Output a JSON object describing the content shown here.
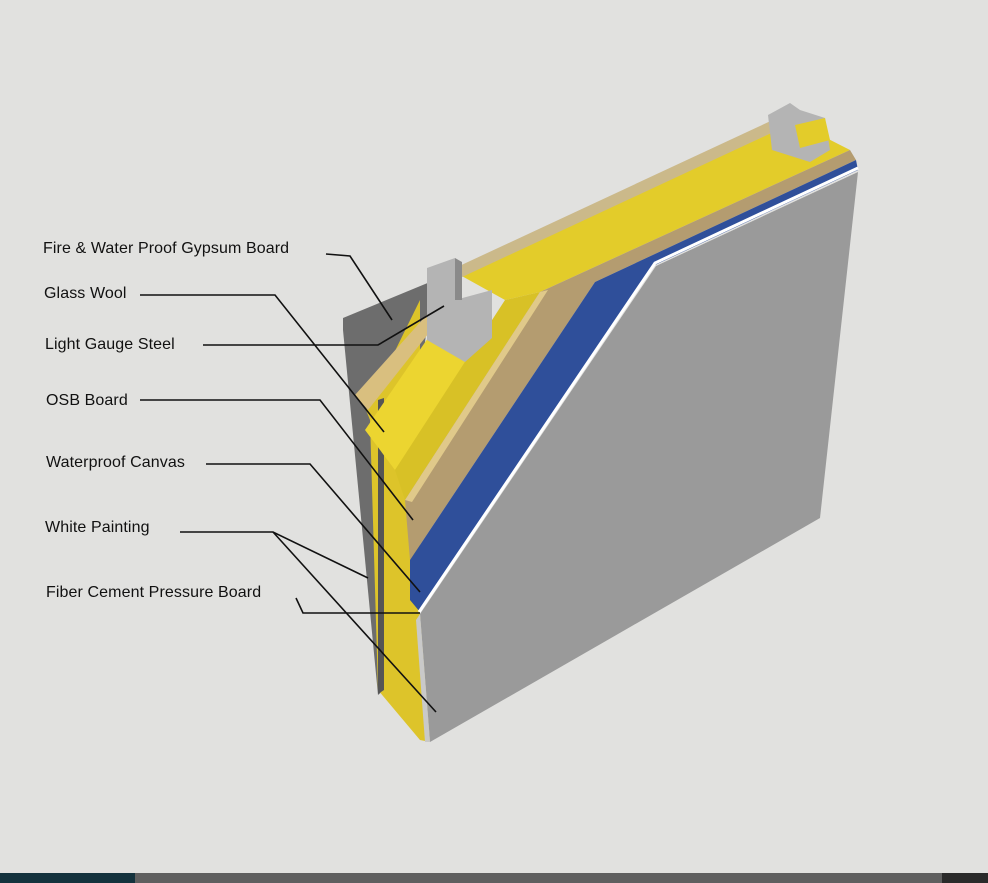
{
  "labels": [
    "Fire & Water Proof Gypsum Board",
    "Glass Wool",
    "Light Gauge Steel",
    "OSB Board",
    "Waterproof Canvas",
    "White Painting",
    "Fiber Cement Pressure Board"
  ],
  "colors": {
    "background": "#e1e1df",
    "glass_wool": "#e6d02a",
    "osb": "#b59f73",
    "canvas": "#2f4f9a",
    "fiber_cement": "#9a9a9a",
    "gypsum": "#6b6b6b",
    "steel": "#b8b8b8"
  }
}
